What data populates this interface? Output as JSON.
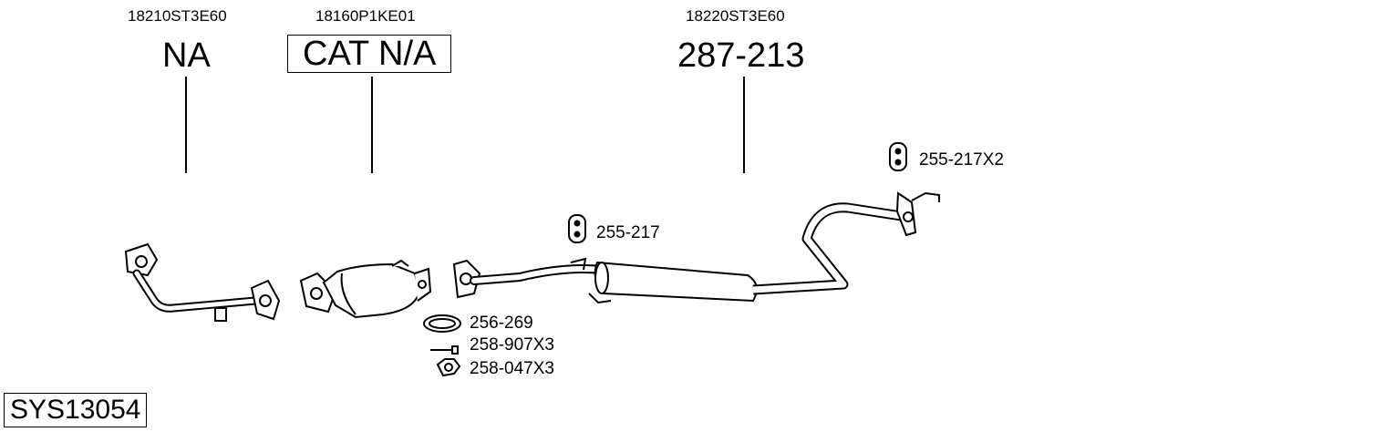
{
  "system_code": "SYS13054",
  "sections": [
    {
      "oem": "18210ST3E60",
      "part": "NA"
    },
    {
      "oem": "18160P1KE01",
      "part": "CAT N/A"
    },
    {
      "oem": "18220ST3E60",
      "part": "287-213"
    }
  ],
  "accessories": {
    "hanger_rear": "255-217X2",
    "hanger_mid": "255-217",
    "gasket": "256-269",
    "bolt": "258-907X3",
    "nut": "258-047X3"
  }
}
